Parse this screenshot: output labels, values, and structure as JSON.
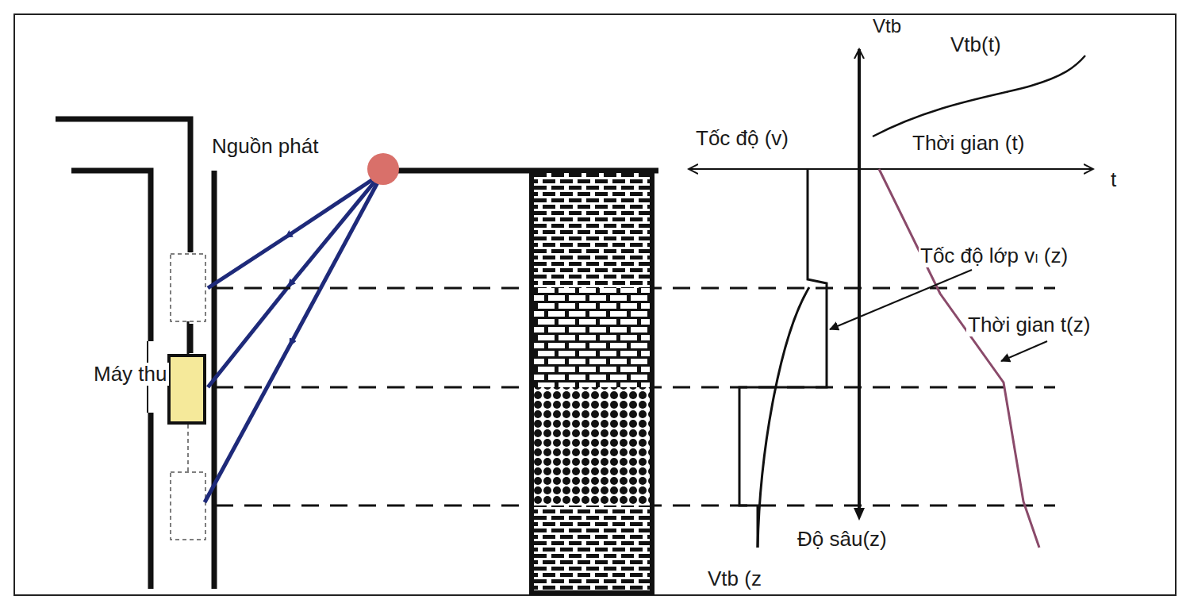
{
  "diagram": {
    "labels": [
      "Nguồn phát",
      "Máy thu",
      "Tốc độ (v)",
      "Thời gian (t)",
      "t",
      "Vtb",
      "Vtb(t)",
      "Tốc độ lớp vₗ (z)",
      "Thời gian t(z)",
      "Độ sâu(z)",
      "Vtb (z"
    ]
  }
}
